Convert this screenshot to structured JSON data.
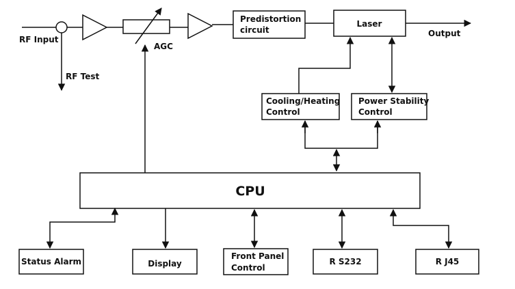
{
  "labels": {
    "rf_input": "RF Input",
    "rf_test": "RF Test",
    "agc": "AGC",
    "predistortion_line1": "Predistortion",
    "predistortion_line2": "circuit",
    "laser": "Laser",
    "output": "Output",
    "cooling_line1": "Cooling/Heating",
    "cooling_line2": "Control",
    "power_line1": "Power Stability",
    "power_line2": "Control",
    "cpu": "CPU",
    "status_alarm": "Status Alarm",
    "display": "Display",
    "front_panel_line1": "Front Panel",
    "front_panel_line2": "Control",
    "rs232": "R S232",
    "rj45": "R J45"
  },
  "colors": {
    "stroke": "#111111",
    "background": "#ffffff"
  }
}
